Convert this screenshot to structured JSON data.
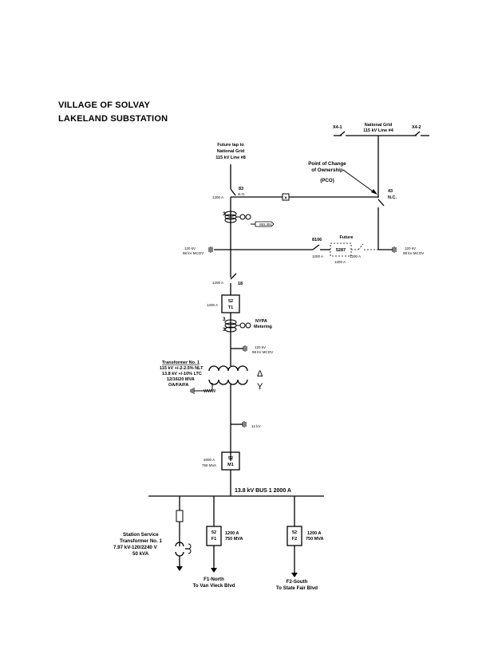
{
  "title": {
    "line1": "VILLAGE OF SOLVAY",
    "line2": "LAKELAND SUBSTATION"
  },
  "top": {
    "future_tap": [
      "Future tap to",
      "National Grid",
      "115 kV Line #8"
    ],
    "national_grid": [
      "National Grid",
      "115 kV Line #4"
    ],
    "switch_left": "X4-1",
    "switch_right": "X4-2",
    "pco": [
      "Point of Change",
      "of Ownership",
      "(PCO)"
    ]
  },
  "hv": {
    "sw83_id": "83",
    "sw83_state": "N.O.",
    "sw83_amps": "1200 A",
    "sw43_id": "43",
    "sw43_state": "N.C.",
    "ct3_count": "3",
    "ct3_tag": "SEL351",
    "arrester_left": [
      "120 kV",
      "98 kV MCOV"
    ],
    "arrester_right": [
      "120 kV",
      "98 kV MCOV"
    ],
    "future_label": "Future",
    "sw8106_id": "8106",
    "sw8106_amps": "1200 A",
    "bkr_5287": "5287",
    "bkr_5287_amps": "1200 A",
    "sw_right_amps": "1200 A"
  },
  "mid": {
    "sw18_id": "18",
    "sw18_amps": "1200 A",
    "bkr_t1": [
      "52",
      "T1"
    ],
    "bkr_t1_amps": "1200 A",
    "ct_count_a": "3",
    "ct_count_b": "3",
    "nypa": [
      "NYPA",
      "Metering"
    ],
    "arrester_mid": [
      "120 kV",
      "98 kV MCOV"
    ]
  },
  "transformer": {
    "label": "Transformer No. 1",
    "lines": [
      "115 kV +/-2-2.5% NLT",
      "13.8 kV +/-10% LTC",
      "12/16/20 MVA",
      "OA/FA/FA"
    ],
    "delta": "Δ",
    "wye": "Y"
  },
  "lv": {
    "arrester_lv": "12 kV",
    "bkr_m1": [
      "52",
      "M1"
    ],
    "bkr_m1_amps": "2000 A",
    "bkr_m1_mva": "750 MVA",
    "bus_label": "13.8 kV BUS 1 2000 A"
  },
  "feeders": {
    "station_service": [
      "Station Service",
      "Transformer No. 1",
      "7.97 kV-120/2240 V",
      "50 kVA"
    ],
    "f1": {
      "box": [
        "52",
        "F1"
      ],
      "amps": "1200 A",
      "mva": "750 MVA",
      "dest": [
        "F1-North",
        "To Van Vleck Blvd"
      ]
    },
    "f2": {
      "box": [
        "52",
        "F2"
      ],
      "amps": "1200 A",
      "mva": "750 MVA",
      "dest": [
        "F2-South",
        "To State Fair Blvd"
      ]
    }
  }
}
